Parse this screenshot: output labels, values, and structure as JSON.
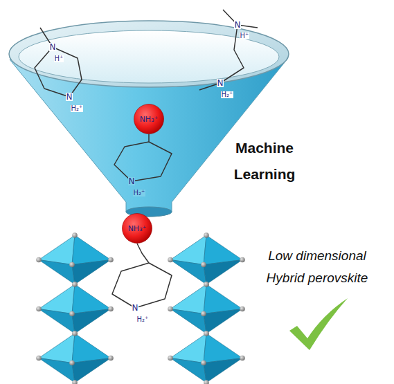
{
  "diagram": {
    "nodes": [
      {
        "text": [
          "NH₃⁺"
        ]
      },
      {
        "text": [
          "NH₃⁺"
        ]
      }
    ],
    "labels": [
      "N",
      "H⁺",
      "N",
      "H₂⁺",
      "N",
      "H⁺",
      "N",
      "H₂⁺",
      "N",
      "H₂⁺",
      "Machine Learning",
      "N",
      "H₂⁺",
      "Low dimensional Hybrid perovskite"
    ]
  }
}
